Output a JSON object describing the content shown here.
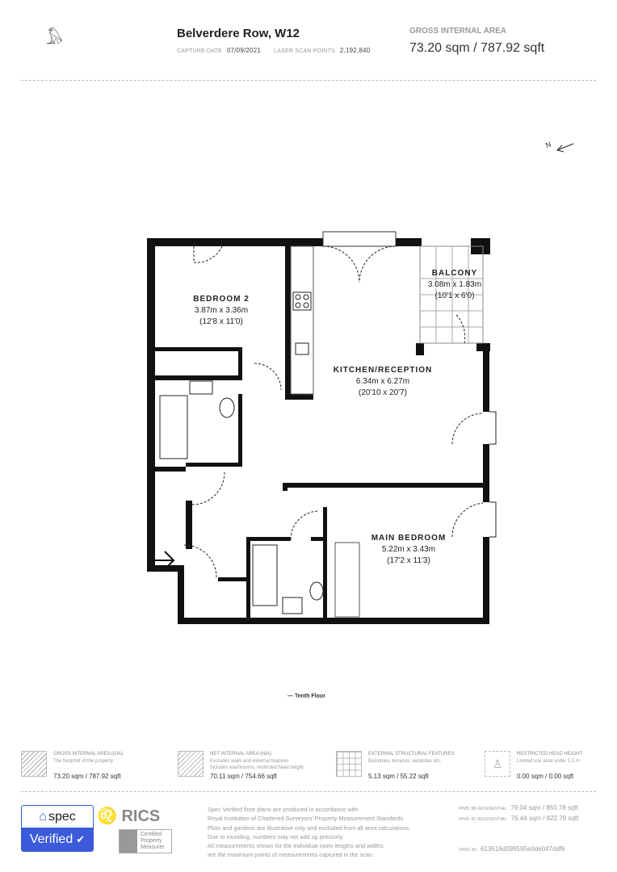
{
  "header": {
    "logo_text": "Hawks",
    "address": "Belverdere Row, W12",
    "capture_date_label": "CAPTURE DATE",
    "capture_date": "07/09/2021",
    "scan_points_label": "LASER SCAN POINTS",
    "scan_points": "2,192,840",
    "gia_label": "GROSS INTERNAL AREA",
    "gia_value": "73.20 sqm / 787.92 sqft"
  },
  "compass": {
    "label": "N"
  },
  "rooms": [
    {
      "name": "BEDROOM 2",
      "metric": "3.87m x 3.36m",
      "imperial": "(12'8 x 11'0)"
    },
    {
      "name": "BALCONY",
      "metric": "3.08m x 1.83m",
      "imperial": "(10'1 x 6'0)"
    },
    {
      "name": "KITCHEN/RECEPTION",
      "metric": "6.34m x 6.27m",
      "imperial": "(20'10 x 20'7)"
    },
    {
      "name": "MAIN BEDROOM",
      "metric": "5.22m x 3.43m",
      "imperial": "(17'2 x 11'3)"
    }
  ],
  "floor_label": "— Tenth Floor",
  "legend": [
    {
      "icon": "hatched-square-icon",
      "title": "GROSS INTERNAL AREA (GIA)",
      "desc": [
        "The footprint of the property"
      ],
      "value": "73.20 sqm / 787.92 sqft"
    },
    {
      "icon": "net-area-icon",
      "title": "NET INTERNAL AREA (NIA)",
      "desc": [
        "Excludes walls and external features",
        "Includes washrooms, restricted head height"
      ],
      "value": "70.11 sqm / 754.66 sqft"
    },
    {
      "icon": "grid-icon",
      "title": "EXTERNAL STRUCTURAL FEATURES",
      "desc": [
        "Balconies, terraces, verandas etc."
      ],
      "value": "5.13 sqm / 55.22 sqft"
    },
    {
      "icon": "person-height-icon",
      "title": "RESTRICTED HEAD HEIGHT",
      "desc": [
        "Limited use area under 1.5 m"
      ],
      "value": "0.00 sqm / 0.00 sqft"
    }
  ],
  "footer": {
    "spec_logo": "spec",
    "spec_verified": "Verified",
    "rics_logo": "RICS",
    "rics_cert": "Certified Property Measurer",
    "disclaimer": [
      "Spec Verified floor plans are produced in accordance with",
      "Royal Institution of Chartered Surveyors' Property Measurement Standards.",
      "Plots and gardens are illustrative only and excluded from all area calculations.",
      "Due to rounding, numbers may not add up precisely.",
      "All measurements shown for the individual room lengths and widths",
      "are the maximum points of measurements captured in the scan."
    ],
    "ipms3b_label": "IPMS 3B RESIDENTIAL",
    "ipms3b_value": "79.04 sqm / 850.78 sqft",
    "ipms3c_label": "IPMS 3C RESIDENTIAL",
    "ipms3c_value": "76.44 sqm / 822.79 sqft",
    "spec_id_label": "SPEC ID",
    "spec_id": "613619d099595e0de047ddf6"
  }
}
